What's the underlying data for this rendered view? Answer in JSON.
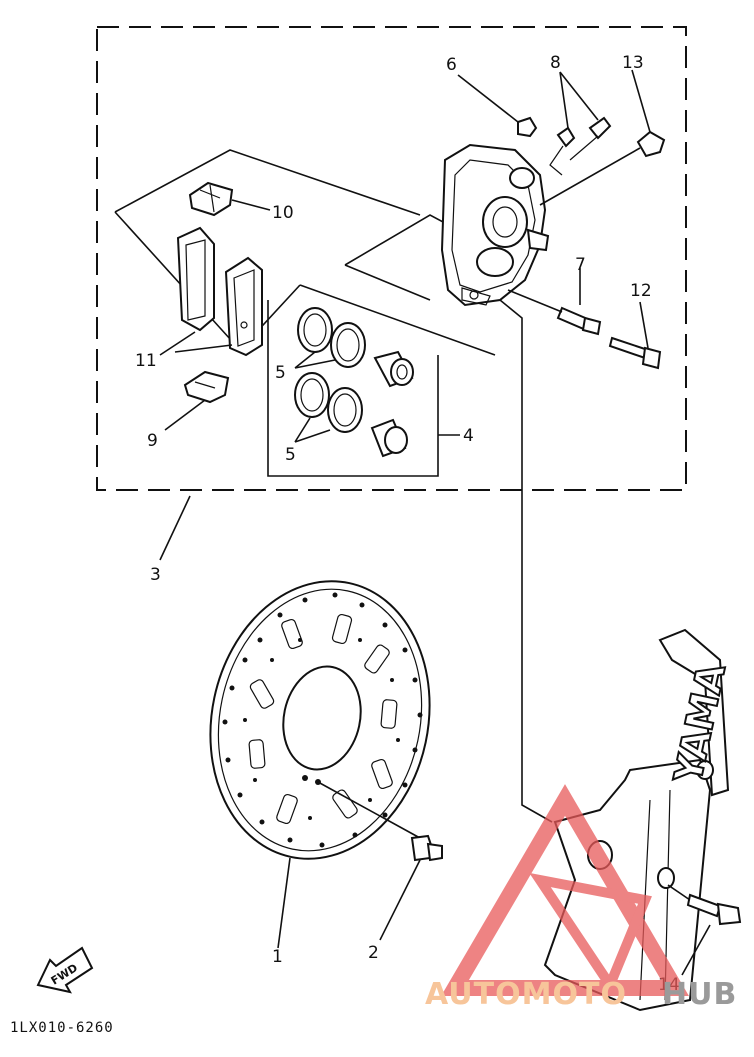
{
  "diagram": {
    "callouts": [
      "1",
      "2",
      "3",
      "4",
      "5",
      "5",
      "6",
      "7",
      "8",
      "9",
      "10",
      "11",
      "12",
      "13",
      "14"
    ],
    "drawing_code": "1LX010-6260",
    "fork_lettering": "YAMA",
    "fwd_label": "FWD"
  },
  "watermark": {
    "text_a": "AUTOMOTO",
    "text_b": "HUB",
    "color_primary": "#e85a5a",
    "color_secondary": "#f4a261",
    "color_gray": "#8a8a8a"
  }
}
